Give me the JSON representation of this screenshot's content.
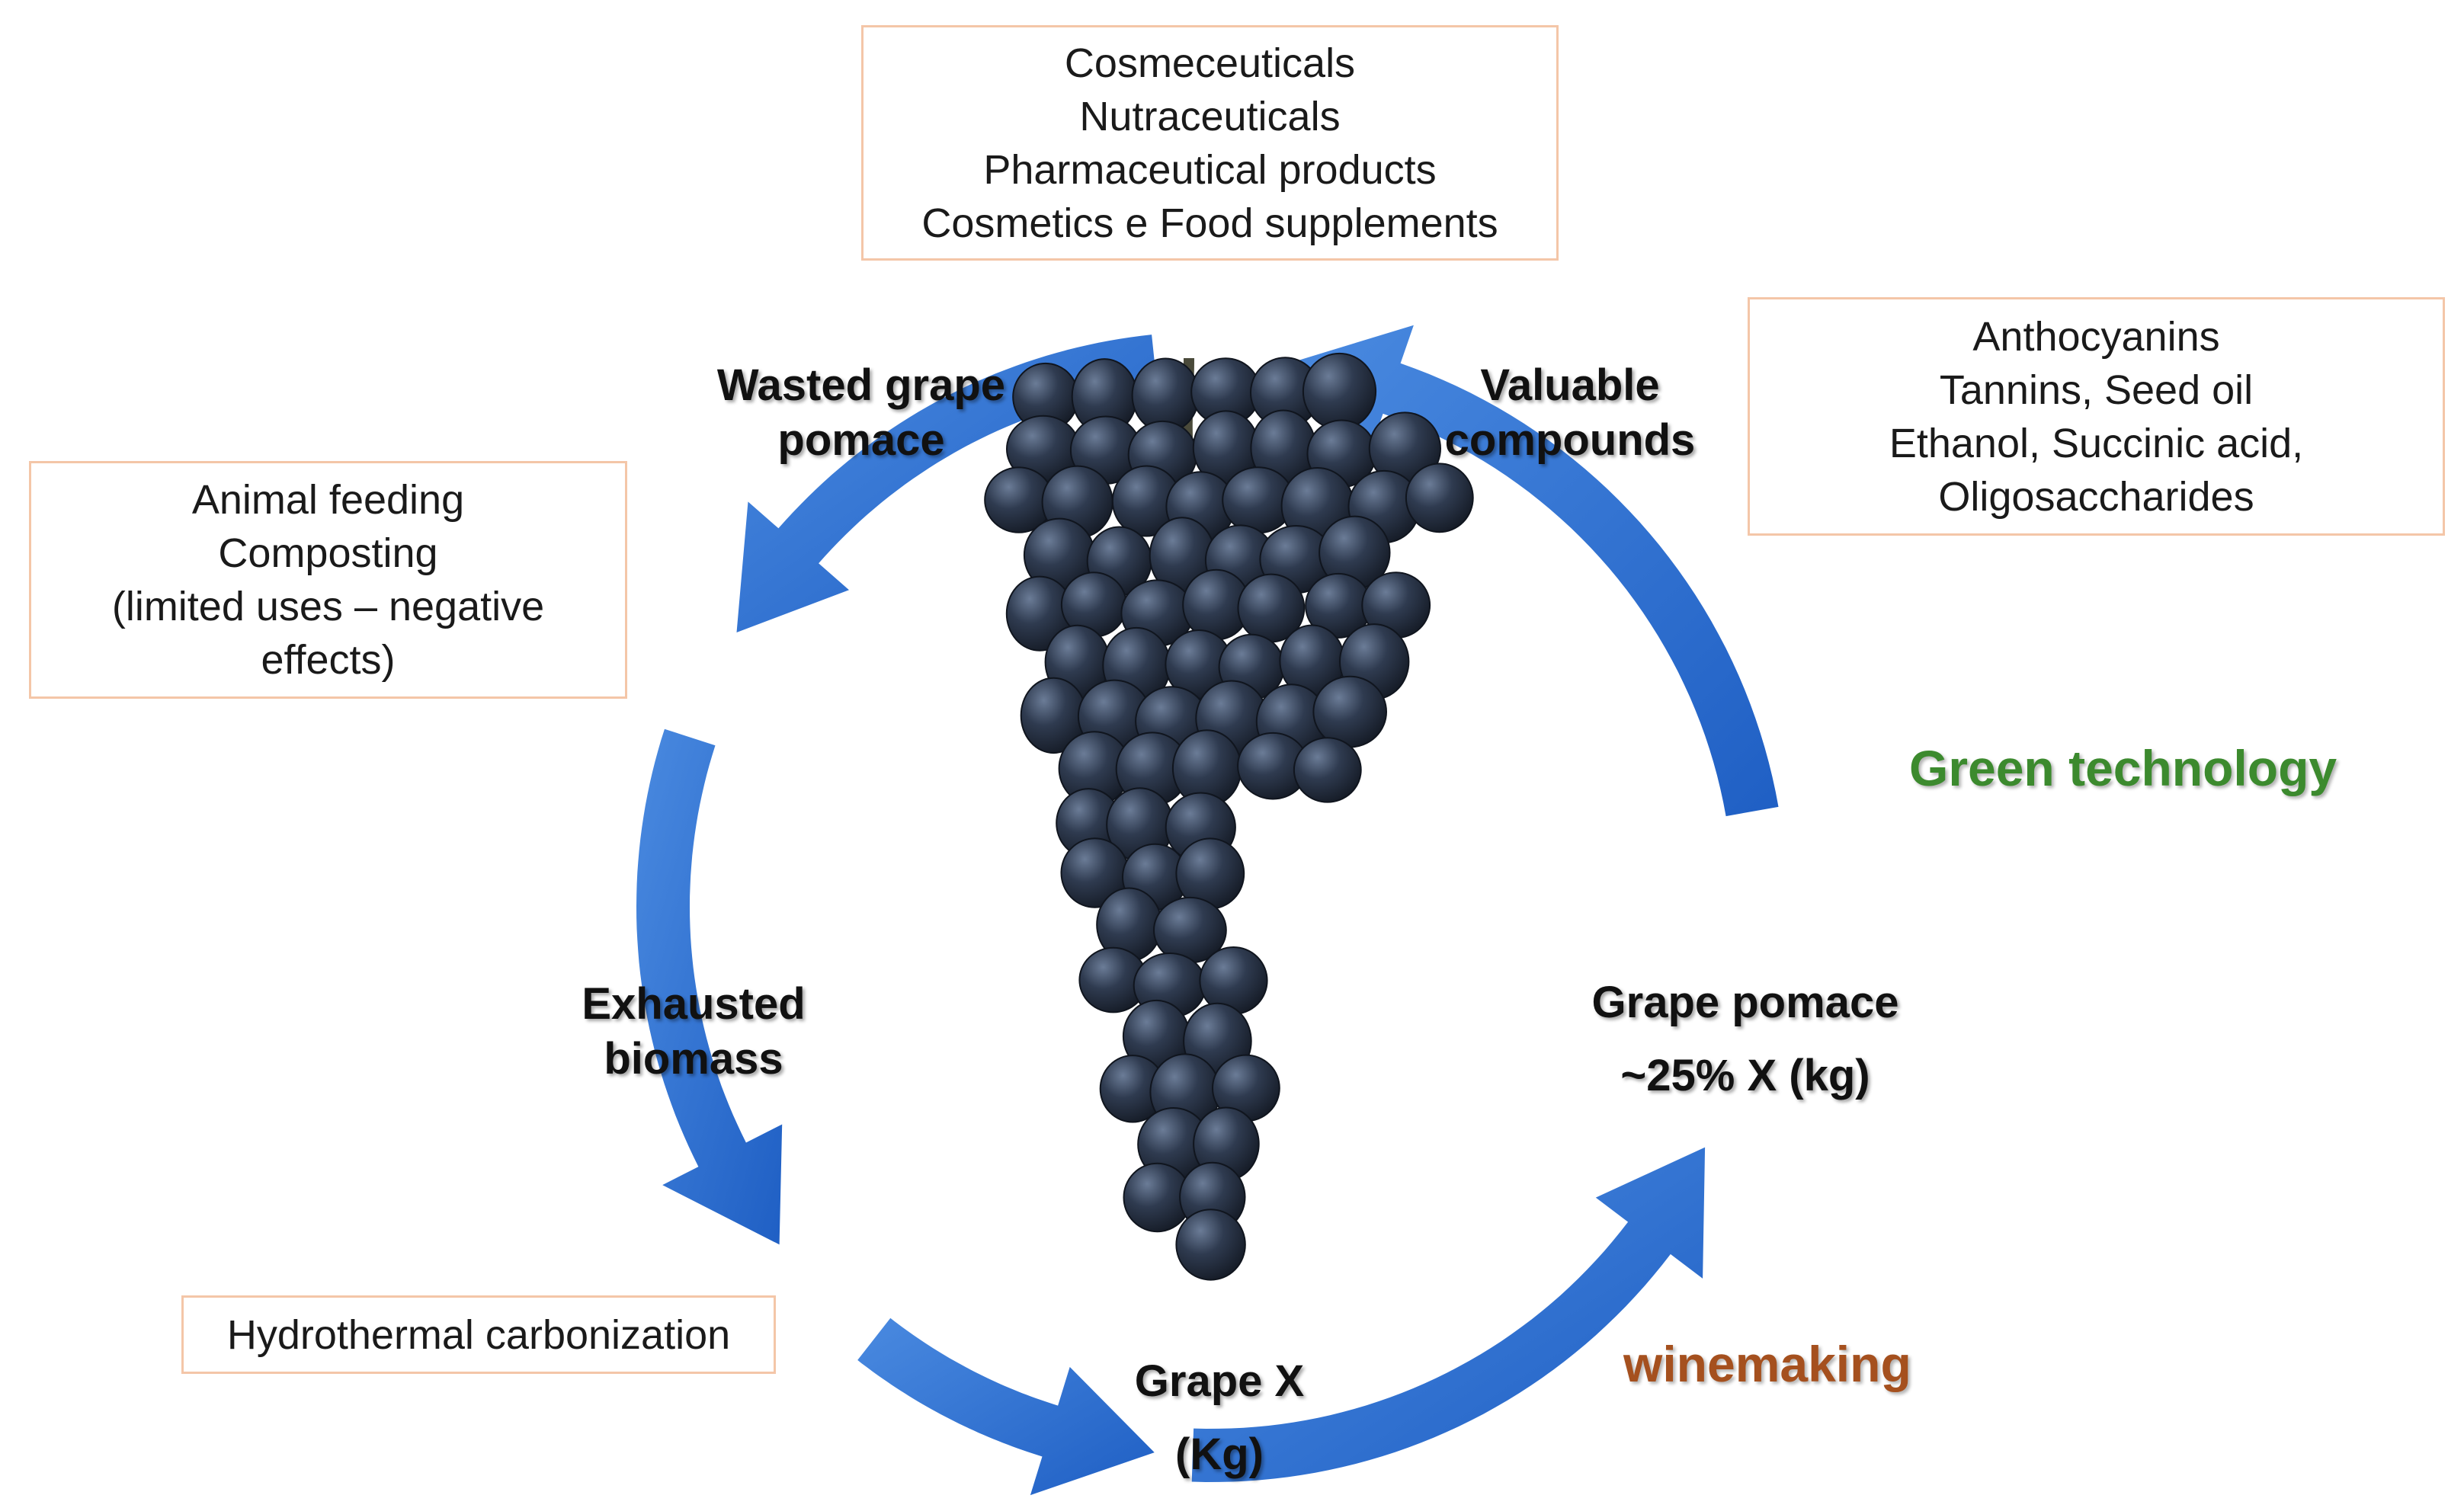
{
  "colors": {
    "arrow_blue": "#1f66c9",
    "arrow_blue_light": "#4a8ae0",
    "box_border": "#f4c6a8",
    "green_technology": "#3c8a2e",
    "winemaking": "#a5501e",
    "grape": "#2b3445"
  },
  "boxes": {
    "top_products": [
      "Cosmeceuticals",
      "Nutraceuticals",
      "Pharmaceutical products",
      "Cosmetics e Food supplements"
    ],
    "right_compounds": [
      "Anthocyanins",
      "Tannins, Seed oil",
      "Ethanol, Succinic acid,",
      "Oligosaccharides"
    ],
    "left_uses": [
      "Animal feeding",
      "Composting",
      "(limited uses – negative",
      "effects)"
    ],
    "bottom_left": "Hydrothermal carbonization"
  },
  "cycle_labels": {
    "wasted_grape_pomace": [
      "Wasted grape",
      "pomace"
    ],
    "valuable_compounds": [
      "Valuable",
      "compounds"
    ],
    "exhausted_biomass": [
      "Exhausted",
      "biomass"
    ],
    "grape_pomace": [
      "Grape pomace",
      "~25% X (kg)"
    ],
    "grape_x": [
      "Grape X",
      "(Kg)"
    ]
  },
  "section_labels": {
    "green_technology": "Green technology",
    "winemaking": "winemaking"
  },
  "icons": {
    "center_image": "grape-bunch-icon",
    "cycle": "circular-arrow-icon"
  }
}
